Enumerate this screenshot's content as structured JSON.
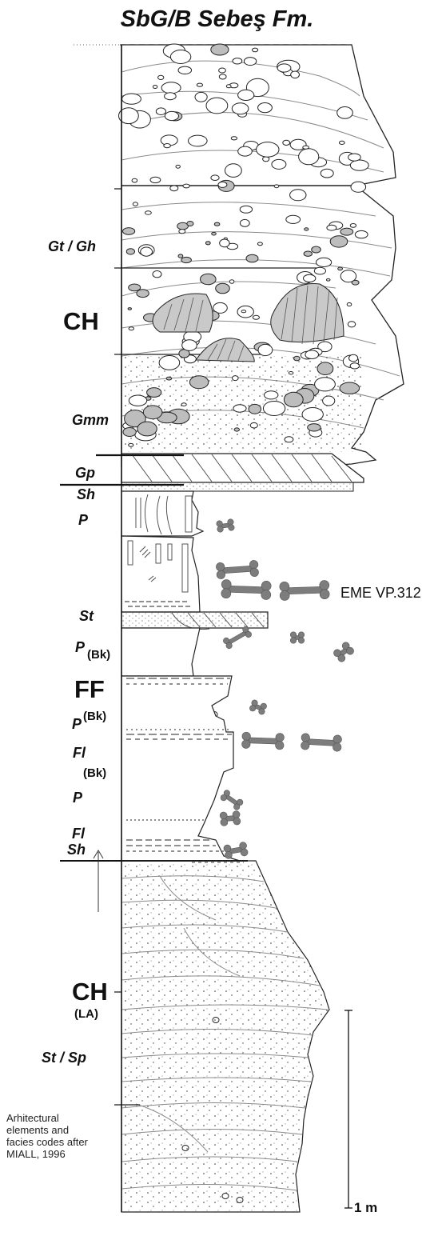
{
  "title": "SbG/B Sebeş Fm.",
  "labels": {
    "gt_gh": "Gt / Gh",
    "ch_upper": "CH",
    "gmm": "Gmm",
    "gp": "Gp",
    "sh_upper": "Sh",
    "p_1": "P",
    "st": "St",
    "p_bk_1": "P",
    "bk_1": "(Bk)",
    "ff": "FF",
    "p_bk_2": "P",
    "bk_2": "(Bk)",
    "fl_1": "Fl",
    "bk_3": "(Bk)",
    "p_2": "P",
    "fl_2": "Fl",
    "sh_lower": "Sh",
    "ch_lower": "CH",
    "la": "(LA)",
    "st_sp": "St / Sp"
  },
  "specimen": "EME VP.312",
  "scale_label": "1 m",
  "note": "Arhitectural elements and facies codes after MIALL, 1996",
  "colors": {
    "ink": "#222222",
    "clast_fill": "#bdbdbd",
    "bone": "#7d7d7d",
    "line": "#8a8a8a"
  }
}
